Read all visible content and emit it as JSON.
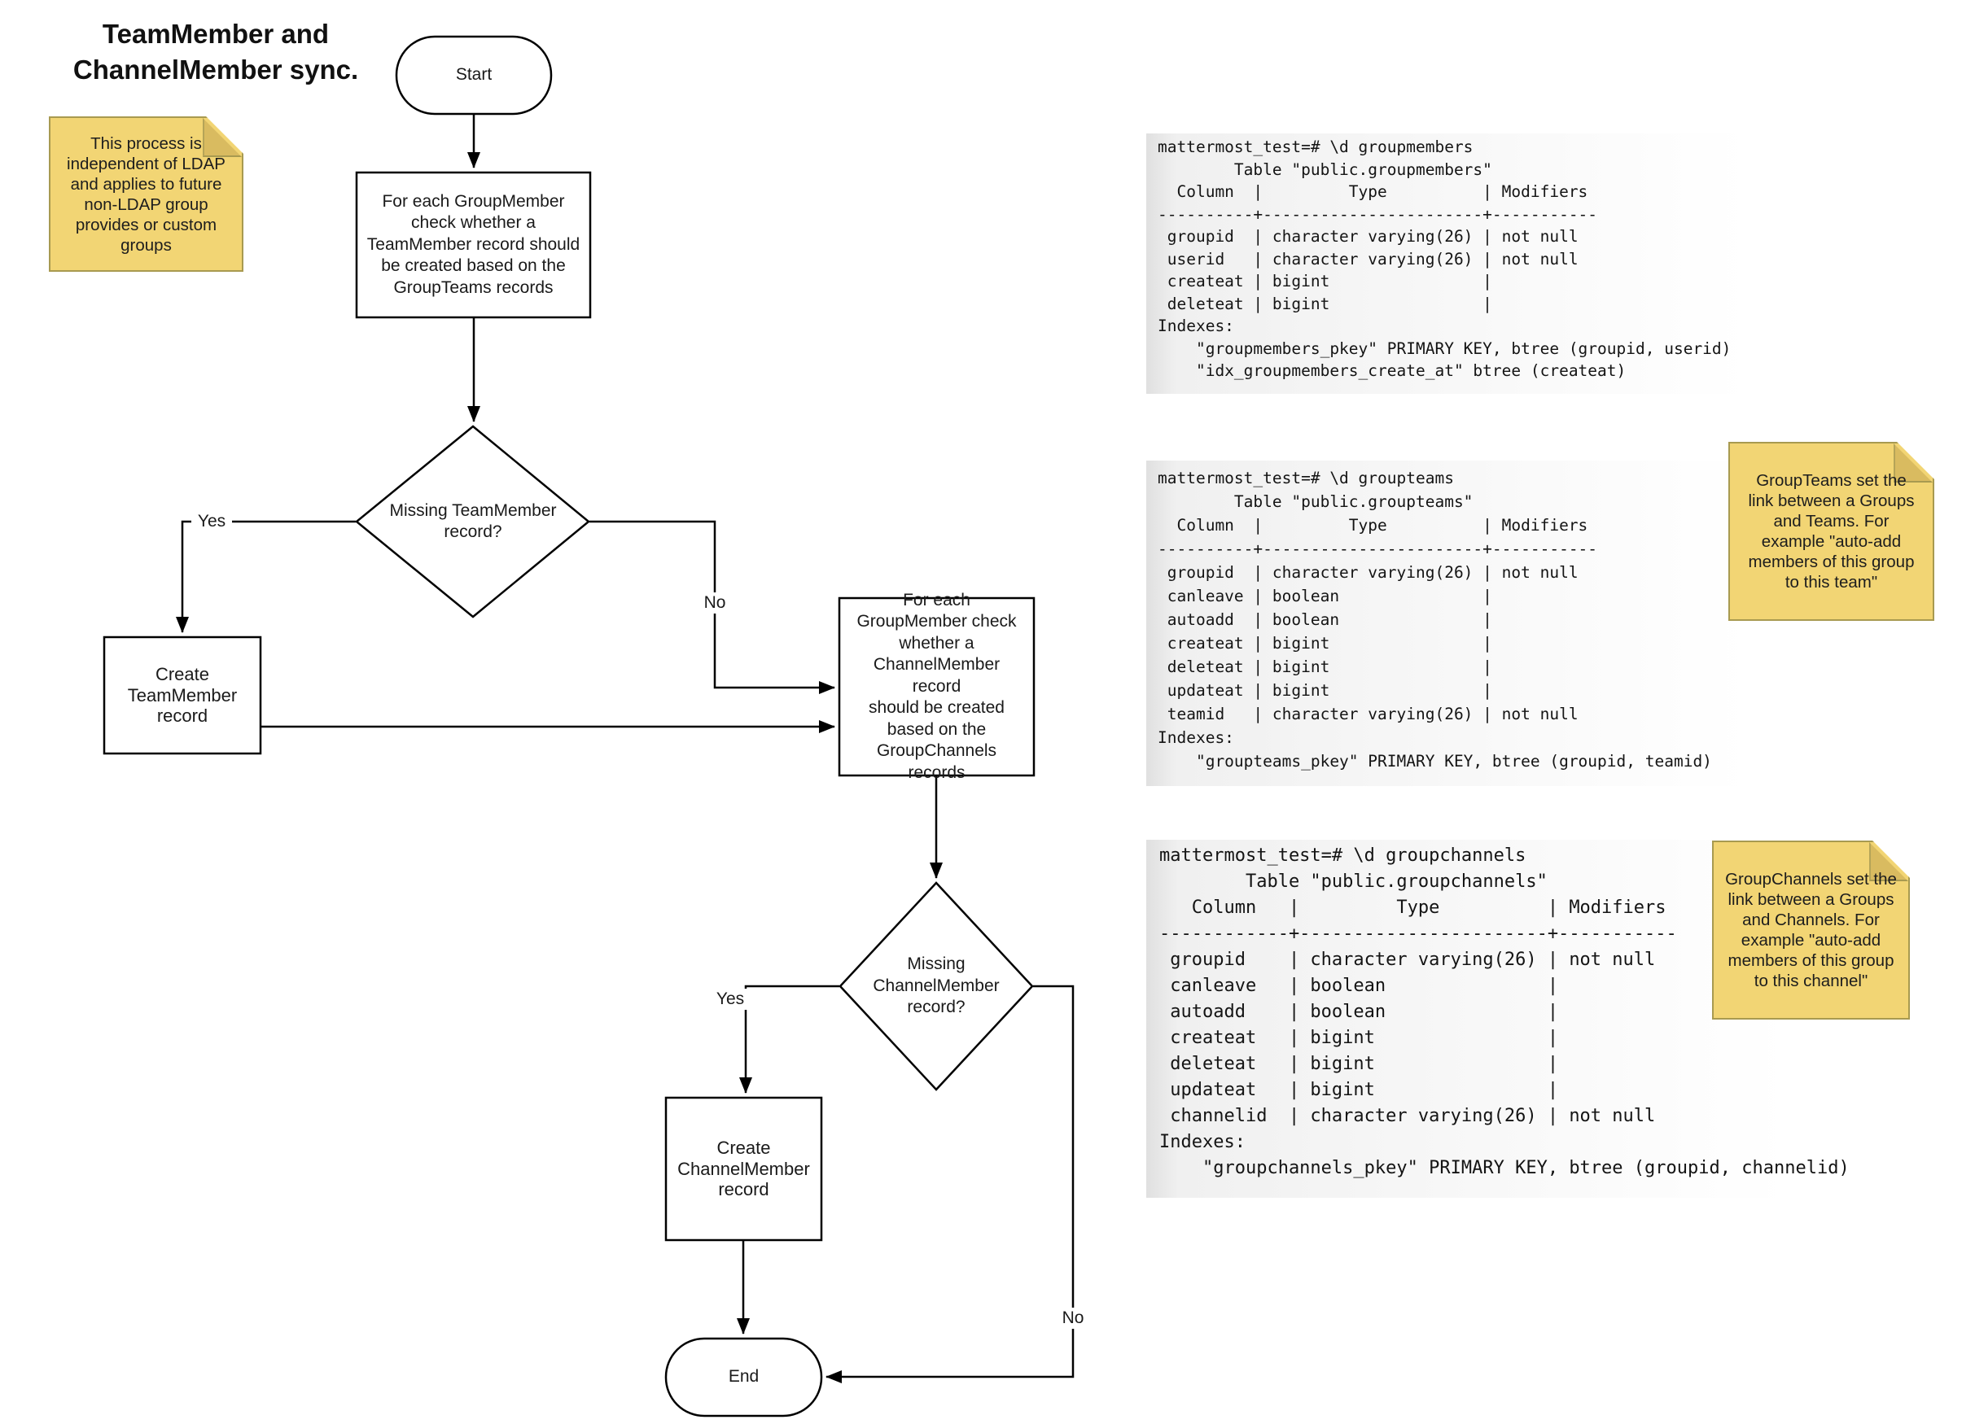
{
  "title": "TeamMember and\nChannelMember sync.",
  "notes": {
    "ldap": "This process is\nindependent of LDAP\nand applies to future\nnon-LDAP group\nprovides or custom\ngroups",
    "groupteams": "GroupTeams set the\nlink between a Groups\nand Teams. For\nexample \"auto-add\nmembers of this group\nto this team\"",
    "groupchannels": "GroupChannels set the\nlink between a Groups\nand Channels. For\nexample \"auto-add\nmembers of this group\nto this channel\""
  },
  "flowchart": {
    "start": "Start",
    "check_teammember": "For each GroupMember\ncheck whether a\nTeamMember record should\nbe created based on the\nGroupTeams records",
    "missing_teammember": "Missing TeamMember\nrecord?",
    "create_teammember": "Create\nTeamMember\nrecord",
    "check_channelmember": "For each\nGroupMember check\nwhether a\nChannelMember record\nshould be created\nbased on the\nGroupChannels\nrecords",
    "missing_channelmember": "Missing\nChannelMember\nrecord?",
    "create_channelmember": "Create\nChannelMember\nrecord",
    "end": "End",
    "branch_labels": {
      "d1_yes": "Yes",
      "d1_no": "No",
      "d2_yes": "Yes",
      "d2_no": "No"
    }
  },
  "code_blocks": [
    {
      "name": "groupmembers",
      "text": "mattermost_test=# \\d groupmembers\n        Table \"public.groupmembers\"\n  Column  |         Type          | Modifiers\n----------+-----------------------+-----------\n groupid  | character varying(26) | not null\n userid   | character varying(26) | not null\n createat | bigint                |\n deleteat | bigint                |\nIndexes:\n    \"groupmembers_pkey\" PRIMARY KEY, btree (groupid, userid)\n    \"idx_groupmembers_create_at\" btree (createat)"
    },
    {
      "name": "groupteams",
      "text": "mattermost_test=# \\d groupteams\n        Table \"public.groupteams\"\n  Column  |         Type          | Modifiers\n----------+-----------------------+-----------\n groupid  | character varying(26) | not null\n canleave | boolean               |\n autoadd  | boolean               |\n createat | bigint                |\n deleteat | bigint                |\n updateat | bigint                |\n teamid   | character varying(26) | not null\nIndexes:\n    \"groupteams_pkey\" PRIMARY KEY, btree (groupid, teamid)"
    },
    {
      "name": "groupchannels",
      "text": "mattermost_test=# \\d groupchannels\n        Table \"public.groupchannels\"\n   Column   |         Type          | Modifiers\n------------+-----------------------+-----------\n groupid    | character varying(26) | not null\n canleave   | boolean               |\n autoadd    | boolean               |\n createat   | bigint                |\n deleteat   | bigint                |\n updateat   | bigint                |\n channelid  | character varying(26) | not null\nIndexes:\n    \"groupchannels_pkey\" PRIMARY KEY, btree (groupid, channelid)"
    }
  ],
  "colors": {
    "note_fill": "#F2D574",
    "note_border": "#A89A50",
    "note_fold": "#D9BB60",
    "line": "#000000",
    "shape_fill": "#ffffff"
  }
}
